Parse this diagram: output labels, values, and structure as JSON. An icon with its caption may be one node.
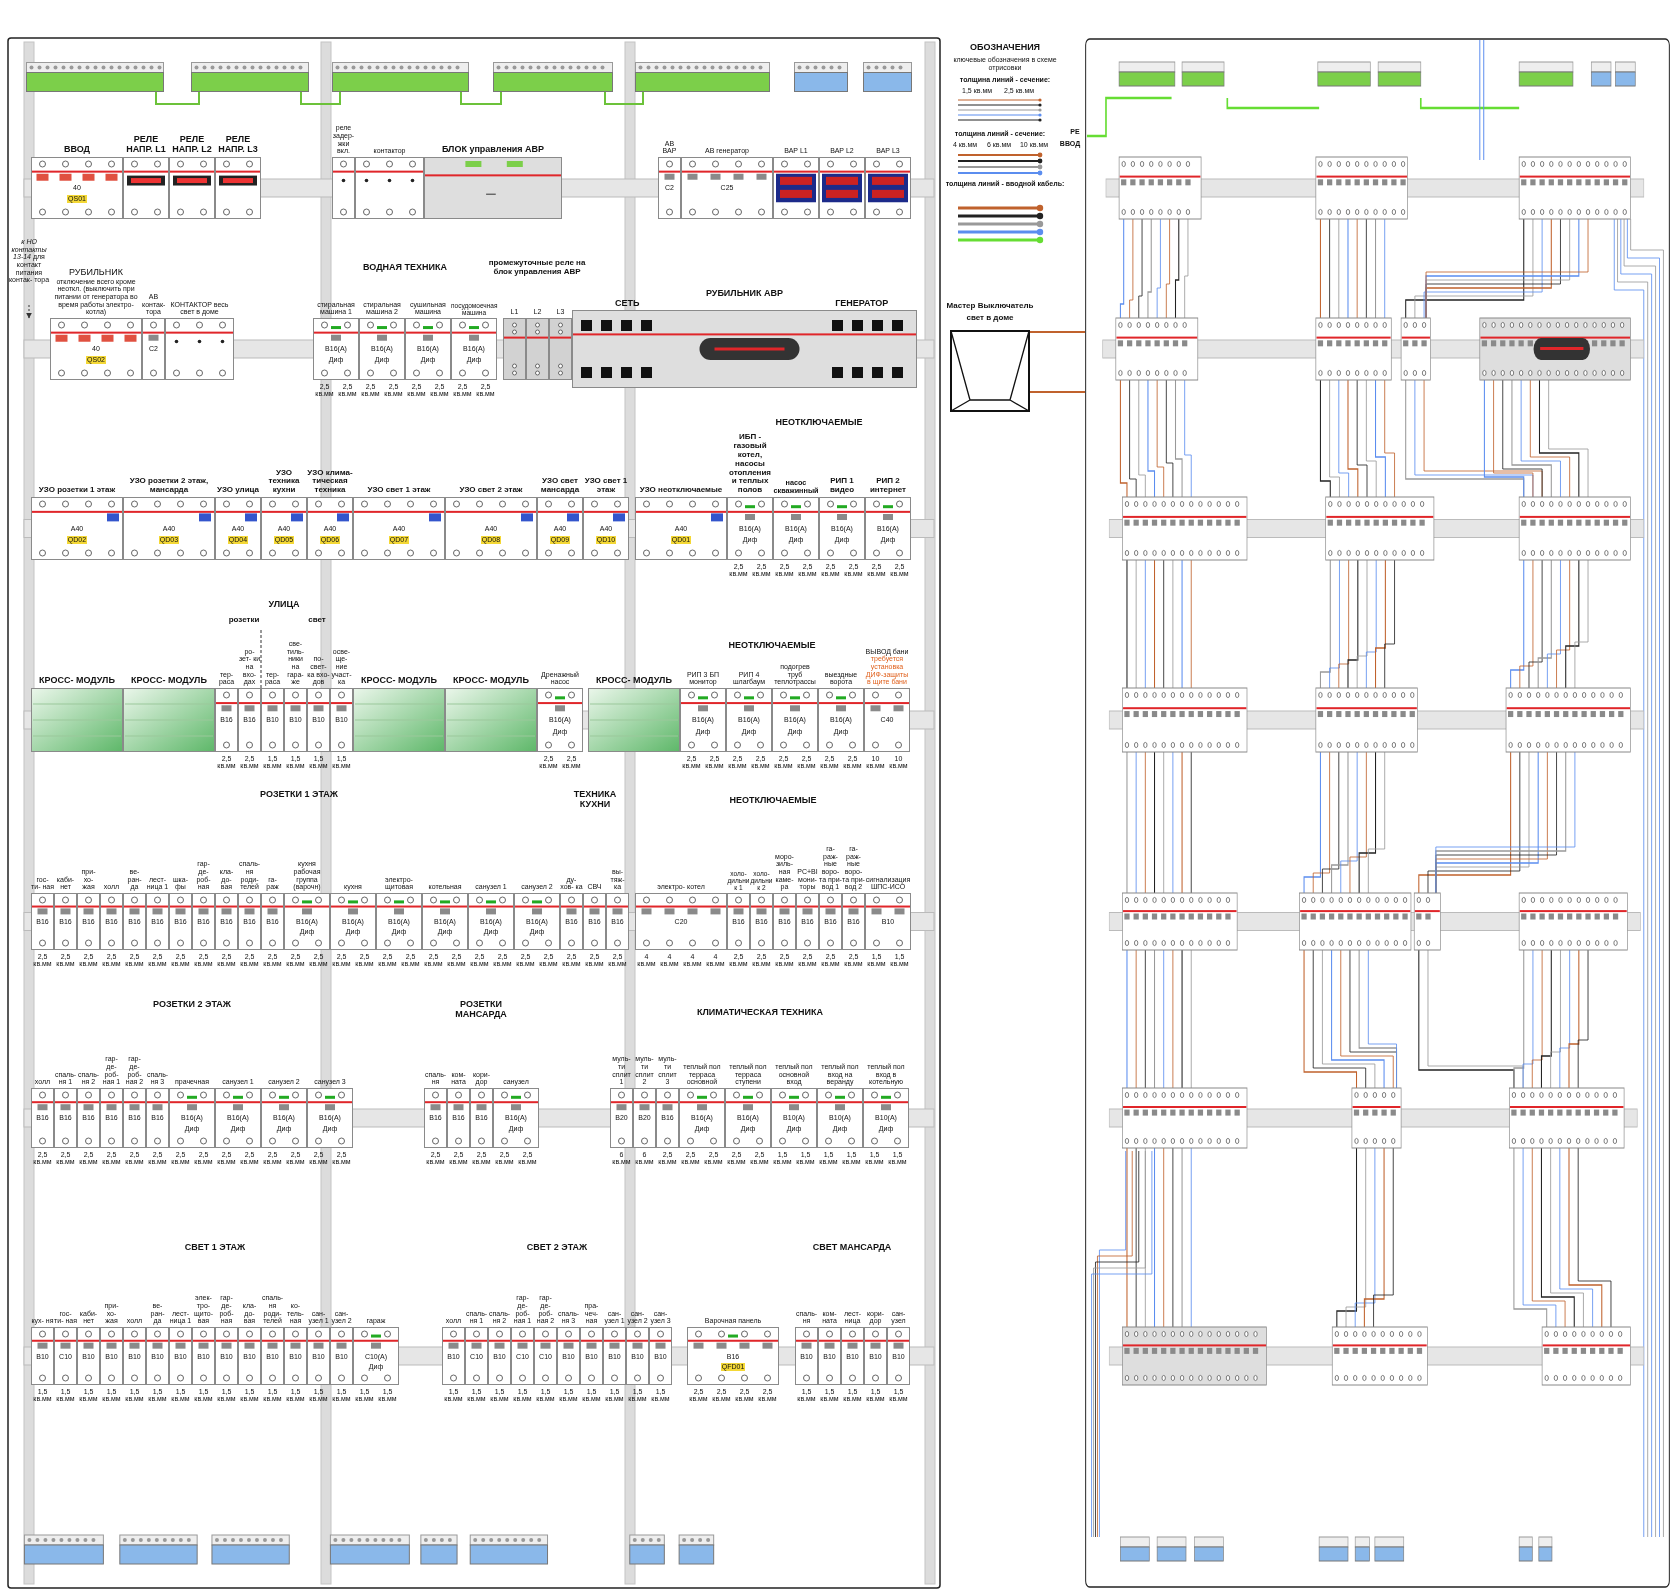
{
  "diagram": {
    "nodes": [
      {
        "text": [
          "ВВОД",
          "40",
          "QS01"
        ]
      },
      {
        "text": [
          "РЕЛЕ НАПР. L1"
        ]
      },
      {
        "text": [
          "РЕЛЕ НАПР. L2"
        ]
      },
      {
        "text": [
          "РЕЛЕ НАПР. L3"
        ]
      },
      {
        "text": [
          "реле задер- жки вкл."
        ]
      },
      {
        "text": [
          "контактор"
        ]
      },
      {
        "text": [
          "БЛОК управления АВР"
        ]
      },
      {
        "text": [
          "АВ ВАР",
          "C2"
        ]
      },
      {
        "text": [
          "АВ генератор",
          "C25"
        ]
      },
      {
        "text": [
          "ВАР L1"
        ]
      },
      {
        "text": [
          "ВАР L2"
        ]
      },
      {
        "text": [
          "ВАР L3"
        ]
      },
      {
        "text": [
          "РУБИЛЬНИК",
          "отключение всего кроме неоткл. (выключить при питании от генератора во время работы электро-котла)",
          "40",
          "QS02"
        ]
      },
      {
        "text": [
          "АВ контак- тора",
          "C2"
        ]
      },
      {
        "text": [
          "КОНТАКТОР весь свет в доме"
        ]
      },
      {
        "text": [
          "стиральная машина 1",
          "B16(A)",
          "Диф"
        ],
        "beside": [
          "2,5 кв.мм",
          "2,5 кв.мм"
        ]
      },
      {
        "text": [
          "стиральная машина 2",
          "B16(A)",
          "Диф"
        ],
        "beside": [
          "2,5 кв.мм",
          "2,5 кв.мм"
        ]
      },
      {
        "text": [
          "сушильная машина",
          "B16(A)",
          "Диф"
        ],
        "beside": [
          "2,5 кв.мм",
          "2,5 кв.мм"
        ]
      },
      {
        "text": [
          "посудомоечная машина",
          "B16(A)",
          "Диф"
        ],
        "beside": [
          "2,5 кв.мм",
          "2,5 кв.мм"
        ]
      },
      {
        "text": [
          "L1"
        ]
      },
      {
        "text": [
          "L2"
        ]
      },
      {
        "text": [
          "L3"
        ]
      },
      {
        "text": [
          "СЕТЬ",
          "РУБИЛЬНИК АВР",
          "ГЕНЕРАТОР"
        ]
      },
      {
        "text": [
          "УЗО розетки 1 этаж",
          "A40",
          "QD02"
        ]
      },
      {
        "text": [
          "УЗО розетки 2 этаж, мансарда",
          "A40",
          "QD03"
        ]
      },
      {
        "text": [
          "УЗО улица",
          "A40",
          "QD04"
        ]
      },
      {
        "text": [
          "УЗО техника кухни",
          "A40",
          "QD05"
        ]
      },
      {
        "text": [
          "УЗО клима- тическая техника",
          "A40",
          "QD06"
        ]
      },
      {
        "text": [
          "УЗО свет 1 этаж",
          "A40",
          "QD07"
        ]
      },
      {
        "text": [
          "УЗО свет 2 этаж",
          "A40",
          "QD08"
        ]
      },
      {
        "text": [
          "УЗО свет мансарда",
          "A40",
          "QD09"
        ]
      },
      {
        "text": [
          "УЗО свет 1 этаж",
          "A40",
          "QD10"
        ]
      },
      {
        "text": [
          "УЗО неотключаемые",
          "A40",
          "QD01"
        ]
      },
      {
        "text": [
          "ИБП - газовый котел, насосы отопления и теплых полов",
          "B16(A)",
          "Диф"
        ],
        "beside": [
          "2,5 кв.мм",
          "2,5 кв.мм"
        ]
      },
      {
        "text": [
          "насос скважинный",
          "B16(A)",
          "Диф"
        ],
        "beside": [
          "2,5 кв.мм",
          "2,5 кв.мм"
        ]
      },
      {
        "text": [
          "РИП 1 видео",
          "B16(A)",
          "Диф"
        ],
        "beside": [
          "2,5 кв.мм",
          "2,5 кв.мм"
        ]
      },
      {
        "text": [
          "РИП 2 интернет",
          "B16(A)",
          "Диф"
        ],
        "beside": [
          "2,5 кв.мм",
          "2,5 кв.мм"
        ]
      },
      {
        "text": [
          "КРОСС- МОДУЛЬ"
        ]
      },
      {
        "text": [
          "КРОСС- МОДУЛЬ"
        ]
      },
      {
        "text": [
          "тер- раса",
          "B16"
        ],
        "beside": [
          "2,5 кв.мм"
        ]
      },
      {
        "text": [
          "ро- зет- ки на вхо- дах",
          "B16"
        ],
        "beside": [
          "2,5 кв.мм"
        ]
      },
      {
        "text": [
          "тер- раса",
          "B10"
        ],
        "beside": [
          "1,5 кв.мм"
        ]
      },
      {
        "text": [
          "све- тиль- ники на гара- же",
          "B10"
        ],
        "beside": [
          "1,5 кв.мм"
        ]
      },
      {
        "text": [
          "по- свет- ка вхо- дов",
          "B10"
        ],
        "beside": [
          "1,5 кв.мм"
        ]
      },
      {
        "text": [
          "осве- ще- ние участ- ка",
          "B10"
        ],
        "beside": [
          "1,5 кв.мм"
        ]
      },
      {
        "text": [
          "КРОСС- МОДУЛЬ"
        ]
      },
      {
        "text": [
          "КРОСС- МОДУЛЬ"
        ]
      },
      {
        "text": [
          "Дренажный насос",
          "B16(A)",
          "Диф"
        ],
        "beside": [
          "2,5 кв.мм",
          "2,5 кв.мм"
        ]
      },
      {
        "text": [
          "КРОСС- МОДУЛЬ"
        ]
      },
      {
        "text": [
          "РИП 3 БП монитор",
          "B16(A)",
          "Диф"
        ],
        "beside": [
          "2,5 кв.мм",
          "2,5 кв.мм"
        ]
      },
      {
        "text": [
          "РИП 4 шлагбаум",
          "B16(A)",
          "Диф"
        ],
        "beside": [
          "2,5 кв.мм",
          "2,5 кв.мм"
        ]
      },
      {
        "text": [
          "подогрев труб теплотрассы",
          "B16(A)",
          "Диф"
        ],
        "beside": [
          "2,5 кв.мм",
          "2,5 кв.мм"
        ]
      },
      {
        "text": [
          "выездные ворота",
          "B16(A)",
          "Диф"
        ],
        "beside": [
          "2,5 кв.мм",
          "2,5 кв.мм"
        ]
      },
      {
        "text": [
          "ВЫВОД бани",
          "требуется установка ДИФ-защиты в щите бани",
          "C40"
        ],
        "beside": [
          "10 кв.мм",
          "10 кв.мм"
        ]
      },
      {
        "text": [
          "гос- ти- ная",
          "B16"
        ],
        "beside": [
          "2,5 кв.мм"
        ]
      },
      {
        "text": [
          "каби- нет",
          "B16"
        ],
        "beside": [
          "2,5 кв.мм"
        ]
      },
      {
        "text": [
          "при- хо- жая",
          "B16"
        ],
        "beside": [
          "2,5 кв.мм"
        ]
      },
      {
        "text": [
          "холл",
          "B16"
        ],
        "beside": [
          "2,5 кв.мм"
        ]
      },
      {
        "text": [
          "ве- ран- да",
          "B16"
        ],
        "beside": [
          "2,5 кв.мм"
        ]
      },
      {
        "text": [
          "лест- ница 1",
          "B16"
        ],
        "beside": [
          "2,5 кв.мм"
        ]
      },
      {
        "text": [
          "шка- фы",
          "B16"
        ],
        "beside": [
          "2,5 кв.мм"
        ]
      },
      {
        "text": [
          "гар- де- роб- ная",
          "B16"
        ],
        "beside": [
          "2,5 кв.мм"
        ]
      },
      {
        "text": [
          "кла- до- вая",
          "B16"
        ],
        "beside": [
          "2,5 кв.мм"
        ]
      },
      {
        "text": [
          "спаль- ня роди- телей",
          "B16"
        ],
        "beside": [
          "2,5 кв.мм"
        ]
      },
      {
        "text": [
          "га- раж",
          "B16"
        ],
        "beside": [
          "2,5 кв.мм"
        ]
      },
      {
        "text": [
          "кухня рабочая группа (варочн)",
          "B16(A)",
          "Диф"
        ],
        "beside": [
          "2,5 кв.мм",
          "2,5 кв.мм"
        ]
      },
      {
        "text": [
          "кухня",
          "B16(A)",
          "Диф"
        ],
        "beside": [
          "2,5 кв.мм",
          "2,5 кв.мм"
        ]
      },
      {
        "text": [
          "электро- щитовая",
          "B16(A)",
          "Диф"
        ],
        "beside": [
          "2,5 кв.мм",
          "2,5 кв.мм"
        ]
      },
      {
        "text": [
          "котельная",
          "B16(A)",
          "Диф"
        ],
        "beside": [
          "2,5 кв.мм",
          "2,5 кв.мм"
        ]
      },
      {
        "text": [
          "санузел 1",
          "B16(A)",
          "Диф"
        ],
        "beside": [
          "2,5 кв.мм",
          "2,5 кв.мм"
        ]
      },
      {
        "text": [
          "санузел 2",
          "B16(A)",
          "Диф"
        ],
        "beside": [
          "2,5 кв.мм",
          "2,5 кв.мм"
        ]
      },
      {
        "text": [
          "ду- хов- ка",
          "B16"
        ],
        "beside": [
          "2,5 кв.мм"
        ]
      },
      {
        "text": [
          "СВЧ",
          "B16"
        ],
        "beside": [
          "2,5 кв.мм"
        ]
      },
      {
        "text": [
          "вы- тяж- ка",
          "B16"
        ],
        "beside": [
          "2,5 кв.мм"
        ]
      },
      {
        "text": [
          "электро- котел",
          "C20"
        ],
        "beside": [
          "4 кв.мм",
          "4 кв.мм",
          "4 кв.мм",
          "4 кв.мм"
        ]
      },
      {
        "text": [
          "холо- дильник 1",
          "B16"
        ],
        "beside": [
          "2,5 кв.мм"
        ]
      },
      {
        "text": [
          "холо- дильник 2",
          "B16"
        ],
        "beside": [
          "2,5 кв.мм"
        ]
      },
      {
        "text": [
          "моро- зиль- ная каме- ра",
          "B16"
        ],
        "beside": [
          "2,5 кв.мм"
        ]
      },
      {
        "text": [
          "PC+BI мони- торы",
          "B16"
        ],
        "beside": [
          "2,5 кв.мм"
        ]
      },
      {
        "text": [
          "га- раж- ные воро- та при- вод 1",
          "B16"
        ],
        "beside": [
          "2,5 кв.мм"
        ]
      },
      {
        "text": [
          "га- раж- ные воро- та при- вод 2",
          "B16"
        ],
        "beside": [
          "2,5 кв.мм"
        ]
      },
      {
        "text": [
          "сигнализация ШПС-ИСО",
          "B10"
        ],
        "beside": [
          "1,5 кв.мм",
          "1,5 кв.мм"
        ]
      },
      {
        "text": [
          "холл",
          "B16"
        ],
        "beside": [
          "2,5 кв.мм"
        ]
      },
      {
        "text": [
          "спаль- ня 1",
          "B16"
        ],
        "beside": [
          "2,5 кв.мм"
        ]
      },
      {
        "text": [
          "спаль- ня 2",
          "B16"
        ],
        "beside": [
          "2,5 кв.мм"
        ]
      },
      {
        "text": [
          "гар- де- роб- ная 1",
          "B16"
        ],
        "beside": [
          "2,5 кв.мм"
        ]
      },
      {
        "text": [
          "гар- де- роб- ная 2",
          "B16"
        ],
        "beside": [
          "2,5 кв.мм"
        ]
      },
      {
        "text": [
          "спаль- ня 3",
          "B16"
        ],
        "beside": [
          "2,5 кв.мм"
        ]
      },
      {
        "text": [
          "прачечная",
          "B16(A)",
          "Диф"
        ],
        "beside": [
          "2,5 кв.мм",
          "2,5 кв.мм"
        ]
      },
      {
        "text": [
          "санузел 1",
          "B16(A)",
          "Диф"
        ],
        "beside": [
          "2,5 кв.мм",
          "2,5 кв.мм"
        ]
      },
      {
        "text": [
          "санузел 2",
          "B16(A)",
          "Диф"
        ],
        "beside": [
          "2,5 кв.мм",
          "2,5 кв.мм"
        ]
      },
      {
        "text": [
          "санузел 3",
          "B16(A)",
          "Диф"
        ],
        "beside": [
          "2,5 кв.мм",
          "2,5 кв.мм"
        ]
      },
      {
        "text": [
          "спаль- ня",
          "B16"
        ],
        "beside": [
          "2,5 кв.мм"
        ]
      },
      {
        "text": [
          "ком- ната",
          "B16"
        ],
        "beside": [
          "2,5 кв.мм"
        ]
      },
      {
        "text": [
          "кори- дор",
          "B16"
        ],
        "beside": [
          "2,5 кв.мм"
        ]
      },
      {
        "text": [
          "санузел",
          "B16(A)",
          "Диф"
        ],
        "beside": [
          "2,5 кв.мм",
          "2,5 кв.мм"
        ]
      },
      {
        "text": [
          "муль- ти сплит 1",
          "B20"
        ],
        "beside": [
          "6 кв.мм"
        ]
      },
      {
        "text": [
          "муль- ти сплит 2",
          "B20"
        ],
        "beside": [
          "6 кв.мм"
        ]
      },
      {
        "text": [
          "муль- ти сплит 3",
          "B16"
        ],
        "beside": [
          "2,5 кв.мм"
        ]
      },
      {
        "text": [
          "теплый пол терраса основной",
          "B16(A)",
          "Диф"
        ],
        "beside": [
          "2,5 кв.мм",
          "2,5 кв.мм"
        ]
      },
      {
        "text": [
          "теплый пол терраса ступени",
          "B16(A)",
          "Диф"
        ],
        "beside": [
          "2,5 кв.мм",
          "2,5 кв.мм"
        ]
      },
      {
        "text": [
          "теплый пол основной вход",
          "B10(A)",
          "Диф"
        ],
        "beside": [
          "1,5 кв.мм",
          "1,5 кв.мм"
        ]
      },
      {
        "text": [
          "теплый пол вход на веранду",
          "B10(A)",
          "Диф"
        ],
        "beside": [
          "1,5 кв.мм",
          "1,5 кв.мм"
        ]
      },
      {
        "text": [
          "теплый пол вход в котельную",
          "B10(A)",
          "Диф"
        ],
        "beside": [
          "1,5 кв.мм",
          "1,5 кв.мм"
        ]
      },
      {
        "text": [
          "кух- ня",
          "B10"
        ],
        "beside": [
          "1,5 кв.мм"
        ]
      },
      {
        "text": [
          "гос- ти- ная",
          "C10"
        ],
        "beside": [
          "1,5 кв.мм"
        ]
      },
      {
        "text": [
          "каби- нет",
          "B10"
        ],
        "beside": [
          "1,5 кв.мм"
        ]
      },
      {
        "text": [
          "при- хо- жая",
          "B10"
        ],
        "beside": [
          "1,5 кв.мм"
        ]
      },
      {
        "text": [
          "холл",
          "B10"
        ],
        "beside": [
          "1,5 кв.мм"
        ]
      },
      {
        "text": [
          "ве- ран- да",
          "B10"
        ],
        "beside": [
          "1,5 кв.мм"
        ]
      },
      {
        "text": [
          "лест- ница 1",
          "B10"
        ],
        "beside": [
          "1,5 кв.мм"
        ]
      },
      {
        "text": [
          "элек- тро- щито- вая",
          "B10"
        ],
        "beside": [
          "1,5 кв.мм"
        ]
      },
      {
        "text": [
          "гар- де- роб- ная",
          "B10"
        ],
        "beside": [
          "1,5 кв.мм"
        ]
      },
      {
        "text": [
          "кла- до- вая",
          "B10"
        ],
        "beside": [
          "1,5 кв.мм"
        ]
      },
      {
        "text": [
          "спаль- ня роди- телей",
          "B10"
        ],
        "beside": [
          "1,5 кв.мм"
        ]
      },
      {
        "text": [
          "ко- тель- ная",
          "B10"
        ],
        "beside": [
          "1,5 кв.мм"
        ]
      },
      {
        "text": [
          "сан- узел 1",
          "B10"
        ],
        "beside": [
          "1,5 кв.мм"
        ]
      },
      {
        "text": [
          "сан- узел 2",
          "B10"
        ],
        "beside": [
          "1,5 кв.мм"
        ]
      },
      {
        "text": [
          "гараж",
          "C10(A)",
          "Диф"
        ],
        "beside": [
          "1,5 кв.мм",
          "1,5 кв.мм"
        ]
      },
      {
        "text": [
          "холл",
          "B10"
        ],
        "beside": [
          "1,5 кв.мм"
        ]
      },
      {
        "text": [
          "спаль- ня 1",
          "C10"
        ],
        "beside": [
          "1,5 кв.мм"
        ]
      },
      {
        "text": [
          "спаль- ня 2",
          "B10"
        ],
        "beside": [
          "1,5 кв.мм"
        ]
      },
      {
        "text": [
          "гар- де- роб- ная 1",
          "C10"
        ],
        "beside": [
          "1,5 кв.мм"
        ]
      },
      {
        "text": [
          "гар- де- роб- ная 2",
          "C10"
        ],
        "beside": [
          "1,5 кв.мм"
        ]
      },
      {
        "text": [
          "спаль- ня 3",
          "B10"
        ],
        "beside": [
          "1,5 кв.мм"
        ]
      },
      {
        "text": [
          "пра- чеч- ная",
          "B10"
        ],
        "beside": [
          "1,5 кв.мм"
        ]
      },
      {
        "text": [
          "сан- узел 1",
          "B10"
        ],
        "beside": [
          "1,5 кв.мм"
        ]
      },
      {
        "text": [
          "сан- узел 2",
          "B10"
        ],
        "beside": [
          "1,5 кв.мм"
        ]
      },
      {
        "text": [
          "сан- узел 3",
          "B10"
        ],
        "beside": [
          "1,5 кв.мм"
        ]
      },
      {
        "text": [
          "Варочная панель",
          "B16",
          "QFD01"
        ],
        "beside": [
          "2,5 кв.мм",
          "2,5 кв.мм",
          "2,5 кв.мм",
          "2,5 кв.мм"
        ]
      },
      {
        "text": [
          "спаль- ня",
          "B10"
        ],
        "beside": [
          "1,5 кв.мм"
        ]
      },
      {
        "text": [
          "ком- ната",
          "B10"
        ],
        "beside": [
          "1,5 кв.мм"
        ]
      },
      {
        "text": [
          "лест- ница",
          "B10"
        ],
        "beside": [
          "1,5 кв.мм"
        ]
      },
      {
        "text": [
          "кори- дор",
          "B10"
        ],
        "beside": [
          "1,5 кв.мм"
        ]
      },
      {
        "text": [
          "сан- узел",
          "B10"
        ],
        "beside": [
          "1,5 кв.мм"
        ]
      },
      {
        "text": [
          "Мастер Выключатель свет в доме"
        ]
      },
      {
        "text": [],
        "shape": "picture",
        "beside": [
          "PE",
          "ВВОД"
        ]
      },
      {
        "text": [],
        "shape": "box"
      },
      {
        "text": [],
        "shape": "box"
      },
      {
        "text": [],
        "shape": "box"
      },
      {
        "text": [],
        "shape": "box"
      },
      {
        "text": [],
        "shape": "box"
      },
      {
        "text": [],
        "shape": "box"
      },
      {
        "text": [],
        "shape": "box"
      }
    ],
    "edges": [
      {
        "from": 135,
        "to": 136,
        "arrow": "none",
        "color": "#c0622d"
      },
      {
        "from": 135,
        "to": 136,
        "arrow": "none",
        "color": "#c0622d"
      },
      {
        "from": 137,
        "to": 138,
        "arrow": "none"
      },
      {
        "from": 138,
        "to": 139,
        "arrow": "none"
      },
      {
        "from": 139,
        "to": 140,
        "arrow": "none"
      },
      {
        "from": 140,
        "to": 141,
        "arrow": "none"
      }
    ],
    "labels": [
      "ВОДНАЯ ТЕХНИКА",
      "промежуточные реле на блок управления АВР",
      "НЕОТКЛЮЧАЕМЫЕ",
      "УЛИЦА",
      "розетки",
      "свет",
      "НЕОТКЛЮЧАЕМЫЕ",
      "РОЗЕТКИ 1 ЭТАЖ",
      "ТЕХНИКА КУХНИ",
      "НЕОТКЛЮЧАЕМЫЕ",
      "РОЗЕТКИ 2 ЭТАЖ",
      "РОЗЕТКИ МАНСАРДА",
      "КЛИМАТИЧЕСКАЯ ТЕХНИКА",
      "СВЕТ 1 ЭТАЖ",
      "СВЕТ 2 ЭТАЖ",
      "СВЕТ МАНСАРДА",
      "*к НО контакты 13-14* для контакт питания контак- тора",
      "ОБОЗНАЧЕНИЯ",
      "ключевые обозначения в схеме отрисовки",
      "толщина линий - сечение:",
      "1,5 кв.мм",
      "2,5 кв.мм",
      "толщина линий - сечение:",
      "4 кв.мм",
      "6 кв.мм",
      "10 кв.мм",
      "толщина линий - вводной кабель:"
    ]
  }
}
